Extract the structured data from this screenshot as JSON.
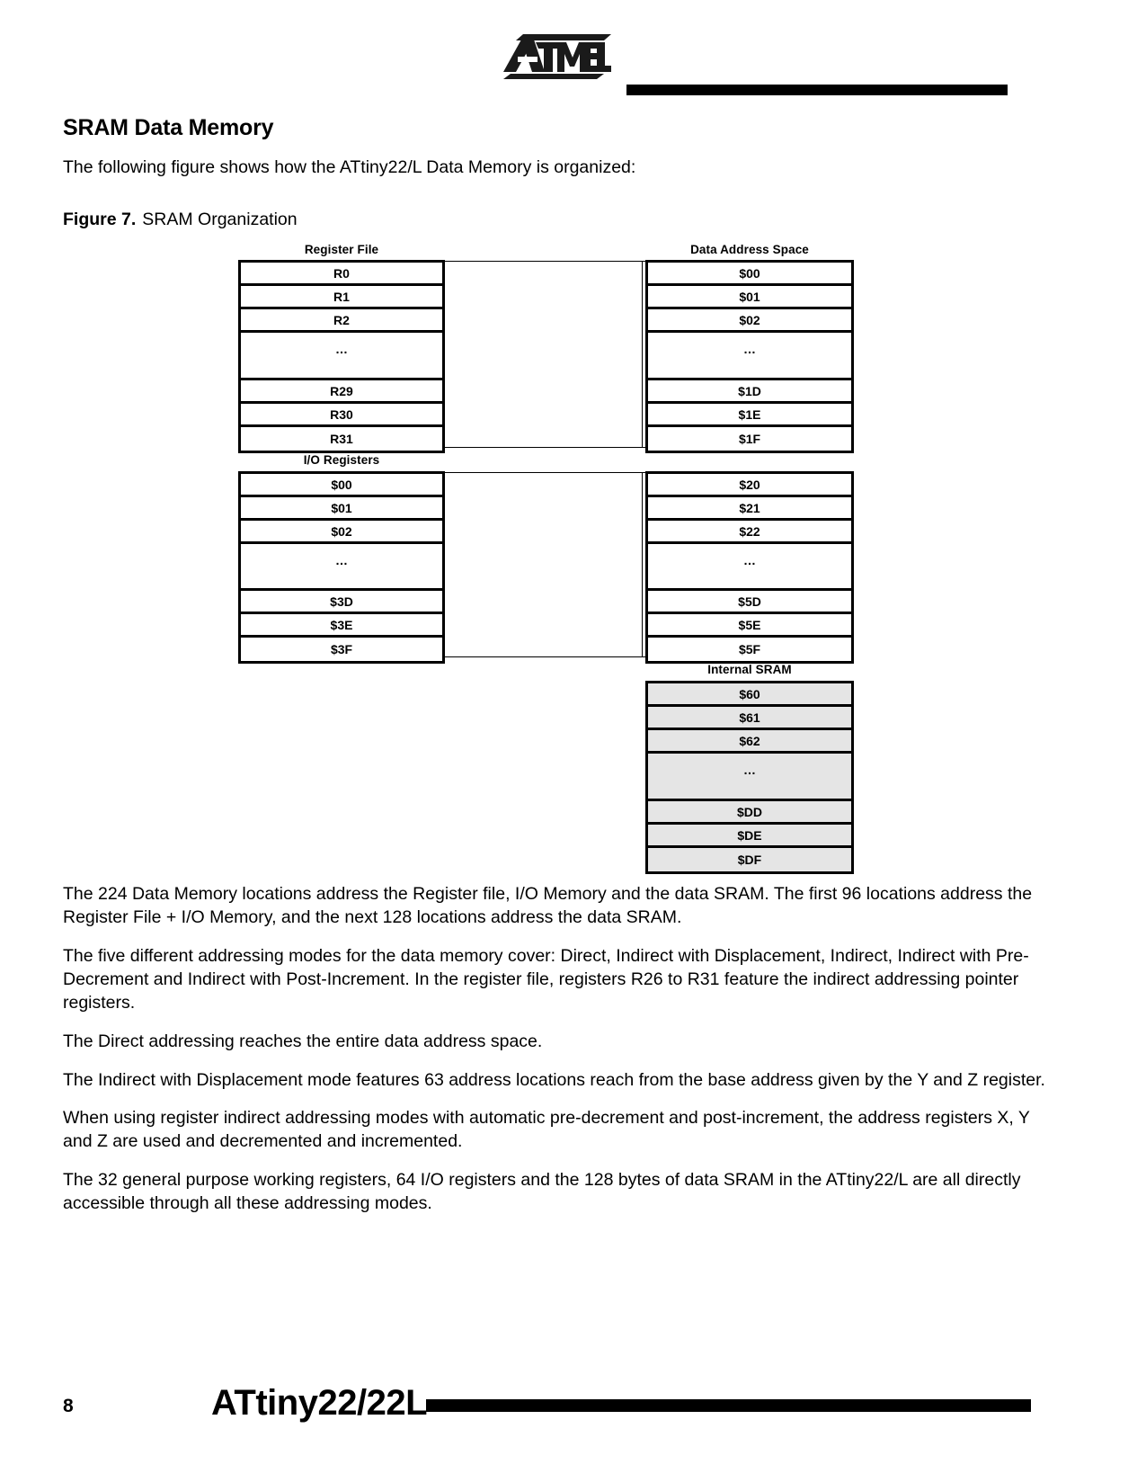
{
  "header": {
    "logo_alt": "ATMEL"
  },
  "section": {
    "title": "SRAM Data Memory",
    "intro": "The following figure shows how the ATtiny22/L Data Memory is organized:",
    "figure_label": "Figure 7.",
    "figure_title": "SRAM Organization"
  },
  "figure": {
    "headings": {
      "register_file": "Register File",
      "data_address_space": "Data Address Space",
      "io_registers": "I/O Registers",
      "internal_sram": "Internal SRAM"
    },
    "register_file": [
      "R0",
      "R1",
      "R2",
      "…",
      "R29",
      "R30",
      "R31"
    ],
    "register_address_space": [
      "$00",
      "$01",
      "$02",
      "…",
      "$1D",
      "$1E",
      "$1F"
    ],
    "io_registers": [
      "$00",
      "$01",
      "$02",
      "…",
      "$3D",
      "$3E",
      "$3F"
    ],
    "io_address_space": [
      "$20",
      "$21",
      "$22",
      "…",
      "$5D",
      "$5E",
      "$5F"
    ],
    "internal_sram": [
      "$60",
      "$61",
      "$62",
      "…",
      "$DD",
      "$DE",
      "$DF"
    ],
    "shaded_color": "#e5e5e5"
  },
  "body": {
    "paragraphs": [
      "The 224 Data Memory locations address the Register file, I/O Memory and the data SRAM. The first 96 locations address the Register File + I/O Memory, and the next 128 locations address the data SRAM.",
      "The five different addressing modes for the data memory cover: Direct, Indirect with Displacement, Indirect, Indirect with Pre-Decrement and Indirect with Post-Increment. In the register file, registers R26 to R31 feature the indirect addressing pointer registers.",
      "The Direct addressing reaches the entire data address space.",
      "The Indirect with Displacement mode features 63 address locations reach from the base address given by the Y and Z register.",
      "When using register indirect addressing modes with automatic pre-decrement and post-increment, the address registers X, Y and Z are used and decremented and incremented.",
      "The 32 general purpose working registers, 64 I/O registers and the 128 bytes of data SRAM in the ATtiny22/L are all directly accessible through all these addressing modes."
    ]
  },
  "footer": {
    "page_number": "8",
    "title": "ATtiny22/22L"
  }
}
